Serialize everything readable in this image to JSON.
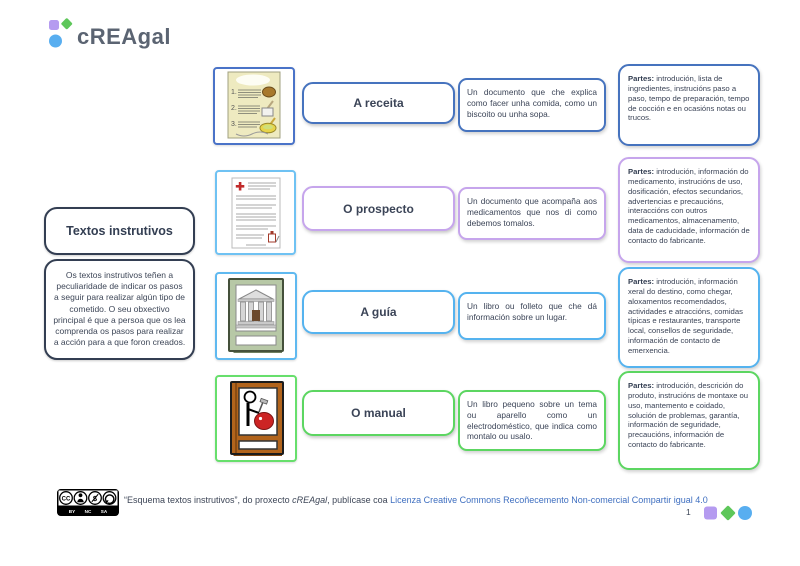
{
  "logo": {
    "text": "cREAgal"
  },
  "left": {
    "title": "Textos instrutivos",
    "description": "Os textos instrutivos teñen a peculiaridade de indicar os pasos a seguir para realizar algún tipo de cometido. O seu obxectivo principal é que a persoa que os lea comprenda os pasos para realizar a acción para a que foron creados."
  },
  "rows": [
    {
      "title": "A receita",
      "description": "Un documento que che explica como facer unha comida, como un biscoito ou unha sopa.",
      "parts_label": "Partes:",
      "parts": "introdución, lista de ingredientes, instrucións paso a paso, tempo de preparación, tempo de cocción e en ocasións notas ou trucos.",
      "accent": "#4673be",
      "frame_color": "#4a73c8",
      "image_icon": "recipe-card-icon"
    },
    {
      "title": "O prospecto",
      "description": "Un documento que acompaña aos medicamentos que nos di como debemos tomalos.",
      "parts_label": "Partes:",
      "parts": "introdución, información do medicamento, instrucións de uso, dosificación, efectos secundarios, advertencias e precaucións, interaccións con outros medicamentos, almacenamento, data de caducidade, información de contacto do fabricante.",
      "accent": "#c6a5ec",
      "frame_color": "#6fc2f3",
      "image_icon": "medicine-leaflet-icon"
    },
    {
      "title": "A guía",
      "description": "Un libro ou folleto que che dá información sobre un lugar.",
      "parts_label": "Partes:",
      "parts": "introdución, información xeral do destino, como chegar, aloxamentos recomendados, actividades e atraccións, comidas típicas e restaurantes, transporte local, consellos de seguridade, información de contacto de emerxencia.",
      "accent": "#55b3ef",
      "frame_color": "#5fb9f0",
      "image_icon": "travel-guide-book-icon"
    },
    {
      "title": "O manual",
      "description": "Un libro pequeno sobre un tema ou aparello como un electrodoméstico, que indica como montalo ou usalo.",
      "parts_label": "Partes:",
      "parts": "introdución, descrición do produto, instrucións de montaxe ou uso, mantemento e coidado, solución de problemas, garantía, información de seguridade, precaucións, información de contacto do fabricante.",
      "accent": "#5cd661",
      "frame_color": "#67df6c",
      "image_icon": "manual-book-icon"
    }
  ],
  "footer": {
    "attribution_prefix": "“Esquema textos instrutivos”, do proxecto ",
    "project_name": "cREAgal",
    "attribution_middle": ", publícase coa ",
    "license_link": "Licenza Creative Commons Recoñecemento Non-comercial Compartir igual 4.0",
    "license_badge": "CC BY-NC-SA",
    "page_number": "1"
  },
  "colors": {
    "dark_outline": "#333e52",
    "body_text": "#3d4657",
    "link": "#3f6fc0",
    "logo_purple": "#b59bf0",
    "logo_green": "#5ec75a",
    "logo_blue": "#58aef0"
  },
  "icons": {
    "logo_shapes": [
      "purple-square",
      "green-diamond",
      "blue-circle"
    ],
    "license_badge_icon": "cc-by-nc-sa-badge"
  }
}
